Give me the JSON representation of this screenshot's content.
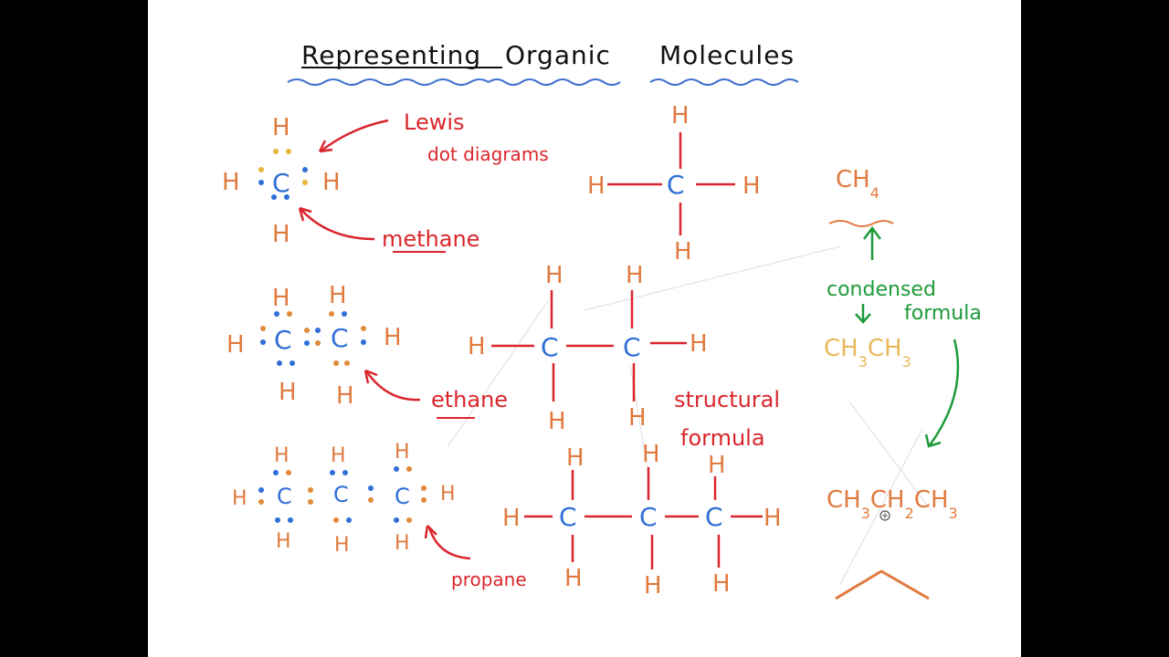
{
  "title": {
    "word1": "Representing",
    "word2": "Organic",
    "word3": "Molecules"
  },
  "labels": {
    "lewis": "Lewis",
    "dot_diagrams": "dot diagrams",
    "methane": "methane",
    "ethane": "ethane",
    "propane": "propane",
    "structural": "structural",
    "formula": "formula",
    "condensed": "condensed",
    "condensed_formula": "formula"
  },
  "atoms": {
    "carbon": "C",
    "hydrogen": "H"
  },
  "condensed_formulas": {
    "methane": {
      "base": "CH",
      "sub": "4"
    },
    "ethane": {
      "p1": "CH",
      "s1": "3",
      "p2": "CH",
      "s2": "3"
    },
    "propane": {
      "p1": "CH",
      "s1": "3",
      "p2": "CH",
      "s2": "2",
      "p3": "CH",
      "s3": "3"
    }
  },
  "colors": {
    "hydrogen": "#E07A3F",
    "carbon": "#2F6FD6",
    "annotation": "#D9262C",
    "condensed_arrow": "#1E9A3A",
    "wavy": "#3C6FD0",
    "dot_orange": "#E08A3A",
    "dot_yellow": "#E6B53A",
    "dot_blue": "#2F6FD6"
  }
}
